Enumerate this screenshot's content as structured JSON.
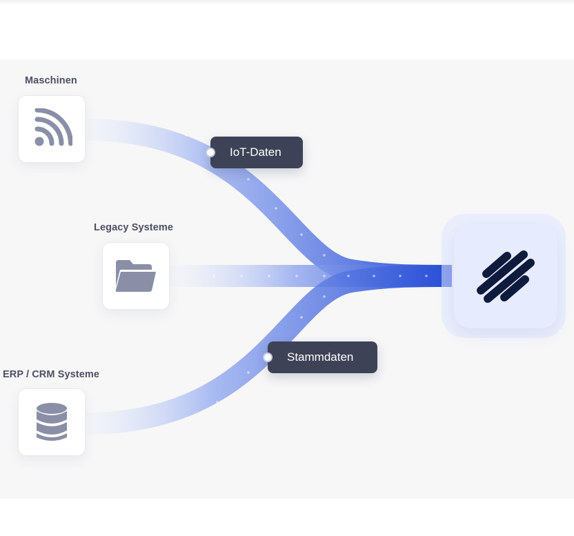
{
  "sources": [
    {
      "label": "Maschinen",
      "icon": "wifi-signal-icon"
    },
    {
      "label": "Legacy Systeme",
      "icon": "folder-icon"
    },
    {
      "label": "ERP / CRM Systeme",
      "icon": "database-icon"
    }
  ],
  "tags": {
    "iot": "IoT-Daten",
    "stammdaten": "Stammdaten"
  },
  "hub": {
    "icon": "brand-logo-icon"
  },
  "colors": {
    "flow_accent": "#2a4fd6",
    "icon_gray": "#8a8ea6",
    "tag_bg": "#3e4257",
    "logo": "#0f1b3d",
    "hub_bg": "#e6ecfd"
  }
}
